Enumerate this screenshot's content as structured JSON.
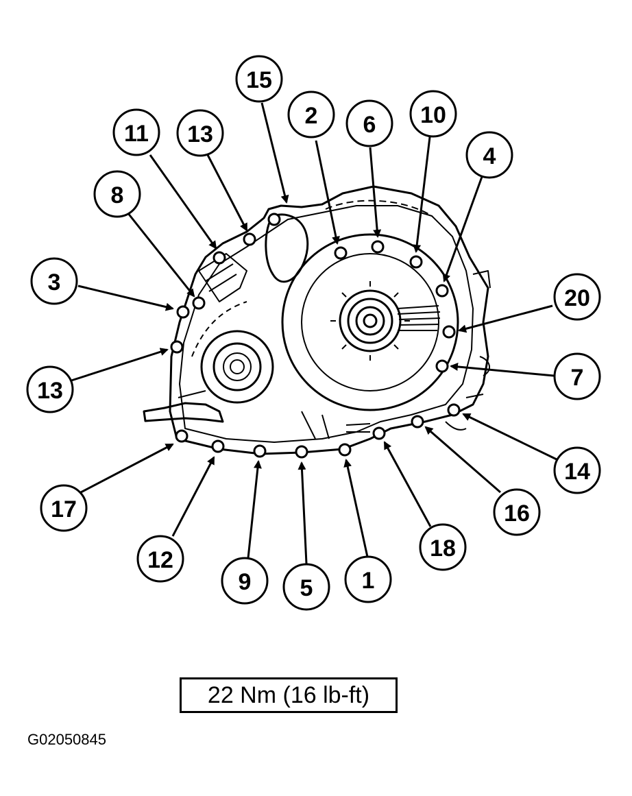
{
  "callouts": [
    {
      "id": "c15a",
      "label": "15"
    },
    {
      "id": "c2",
      "label": "2"
    },
    {
      "id": "c6",
      "label": "6"
    },
    {
      "id": "c10",
      "label": "10"
    },
    {
      "id": "c11",
      "label": "11"
    },
    {
      "id": "c13a",
      "label": "13"
    },
    {
      "id": "c4",
      "label": "4"
    },
    {
      "id": "c8",
      "label": "8"
    },
    {
      "id": "c3",
      "label": "3"
    },
    {
      "id": "c20",
      "label": "20"
    },
    {
      "id": "c13b",
      "label": "13"
    },
    {
      "id": "c7",
      "label": "7"
    },
    {
      "id": "c14",
      "label": "14"
    },
    {
      "id": "c17",
      "label": "17"
    },
    {
      "id": "c16",
      "label": "16"
    },
    {
      "id": "c18",
      "label": "18"
    },
    {
      "id": "c12",
      "label": "12"
    },
    {
      "id": "c9",
      "label": "9"
    },
    {
      "id": "c5",
      "label": "5"
    },
    {
      "id": "c1",
      "label": "1"
    }
  ],
  "torque_spec": "22 Nm (16 lb-ft)",
  "figure_id": "G02050845"
}
